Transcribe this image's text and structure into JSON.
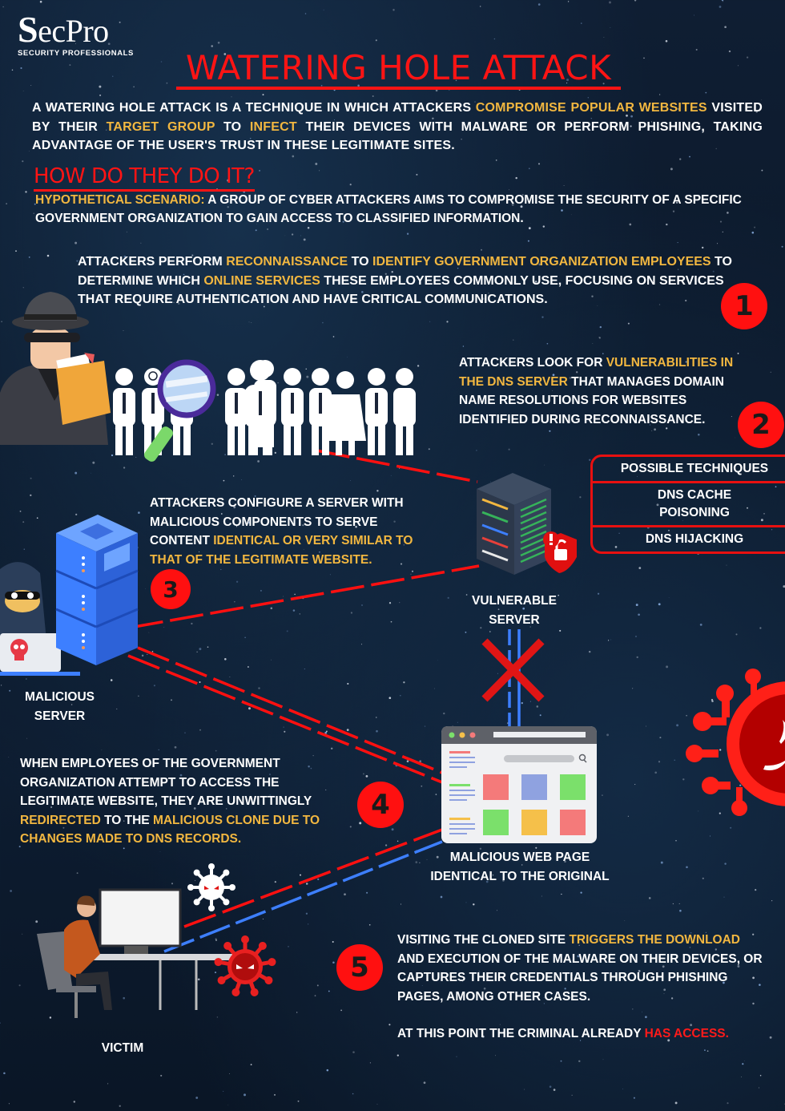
{
  "logo": {
    "brand_initial": "S",
    "brand_rest": "ecPro",
    "tagline": "SECURITY PROFESSIONALS"
  },
  "title": "WATERING HOLE ATTACK",
  "intro": {
    "p1": "A WATERING HOLE ATTACK IS A TECHNIQUE IN WHICH ATTACKERS ",
    "h1": "COMPROMISE POPULAR WEBSITES",
    "p2": " VISITED BY THEIR ",
    "h2": "TARGET GROUP",
    "p3": " TO ",
    "h3": "INFECT",
    "p4": " THEIR DEVICES WITH MALWARE OR PERFORM PHISHING, TAKING ADVANTAGE OF THE USER'S TRUST IN THESE LEGITIMATE SITES."
  },
  "how_heading": "HOW DO THEY DO IT?",
  "scenario": {
    "label": "HYPOTHETICAL SCENARIO:",
    "text": " A GROUP OF CYBER ATTACKERS AIMS TO COMPROMISE THE SECURITY OF A SPECIFIC GOVERNMENT ORGANIZATION TO GAIN ACCESS TO CLASSIFIED INFORMATION."
  },
  "steps": [
    {
      "number": "1",
      "segments": [
        {
          "text": "ATTACKERS PERFORM ",
          "hl": false
        },
        {
          "text": "RECONNAISSANCE",
          "hl": true
        },
        {
          "text": " TO ",
          "hl": false
        },
        {
          "text": "IDENTIFY GOVERNMENT ORGANIZATION EMPLOYEES",
          "hl": true
        },
        {
          "text": " TO DETERMINE WHICH ",
          "hl": false
        },
        {
          "text": "ONLINE SERVICES",
          "hl": true
        },
        {
          "text": " THESE EMPLOYEES COMMONLY USE, FOCUSING ON SERVICES THAT REQUIRE AUTHENTICATION AND HAVE CRITICAL COMMUNICATIONS.",
          "hl": false
        }
      ]
    },
    {
      "number": "2",
      "segments": [
        {
          "text": "ATTACKERS LOOK FOR ",
          "hl": false
        },
        {
          "text": "VULNERABILITIES IN THE DNS SERVER",
          "hl": true
        },
        {
          "text": " THAT MANAGES DOMAIN NAME RESOLUTIONS FOR WEBSITES IDENTIFIED DURING RECONNAISSANCE.",
          "hl": false
        }
      ]
    },
    {
      "number": "3",
      "segments": [
        {
          "text": "ATTACKERS CONFIGURE A SERVER WITH MALICIOUS COMPONENTS TO SERVE CONTENT ",
          "hl": false
        },
        {
          "text": "IDENTICAL OR VERY SIMILAR TO THAT OF THE LEGITIMATE WEBSITE.",
          "hl": true
        }
      ]
    },
    {
      "number": "4",
      "segments": [
        {
          "text": "WHEN EMPLOYEES OF THE GOVERNMENT ORGANIZATION ATTEMPT TO ACCESS THE LEGITIMATE WEBSITE, THEY ARE UNWITTINGLY ",
          "hl": false
        },
        {
          "text": "REDIRECTED",
          "hl": true
        },
        {
          "text": " TO THE ",
          "hl": false
        },
        {
          "text": "MALICIOUS CLONE DUE TO CHANGES MADE TO DNS RECORDS.",
          "hl": true
        }
      ]
    },
    {
      "number": "5",
      "segments": [
        {
          "text": "VISITING THE CLONED SITE ",
          "hl": false
        },
        {
          "text": "TRIGGERS THE DOWNLOAD",
          "hl": true
        },
        {
          "text": " AND EXECUTION OF THE MALWARE ON THEIR DEVICES, OR CAPTURES THEIR CREDENTIALS THROUGH PHISHING PAGES, AMONG OTHER CASES.",
          "hl": false
        }
      ],
      "conclusion": {
        "text": "AT THIS POINT THE CRIMINAL ALREADY ",
        "alert": "HAS ACCESS."
      }
    }
  ],
  "techniques": {
    "header": "POSSIBLE TECHNIQUES",
    "items": [
      "DNS CACHE POISONING",
      "DNS HIJACKING"
    ]
  },
  "labels": {
    "vulnerable_server": "VULNERABLE SERVER",
    "malicious_server": "MALICIOUS SERVER",
    "malicious_web_page": "MALICIOUS WEB PAGE IDENTICAL TO THE ORIGINAL",
    "victim": "VICTIM"
  },
  "colors": {
    "accent_red": "#ff1414",
    "highlight_gold": "#f2b740",
    "background": "#0d1c30",
    "redirect_line_blue": "#3d7fff"
  }
}
